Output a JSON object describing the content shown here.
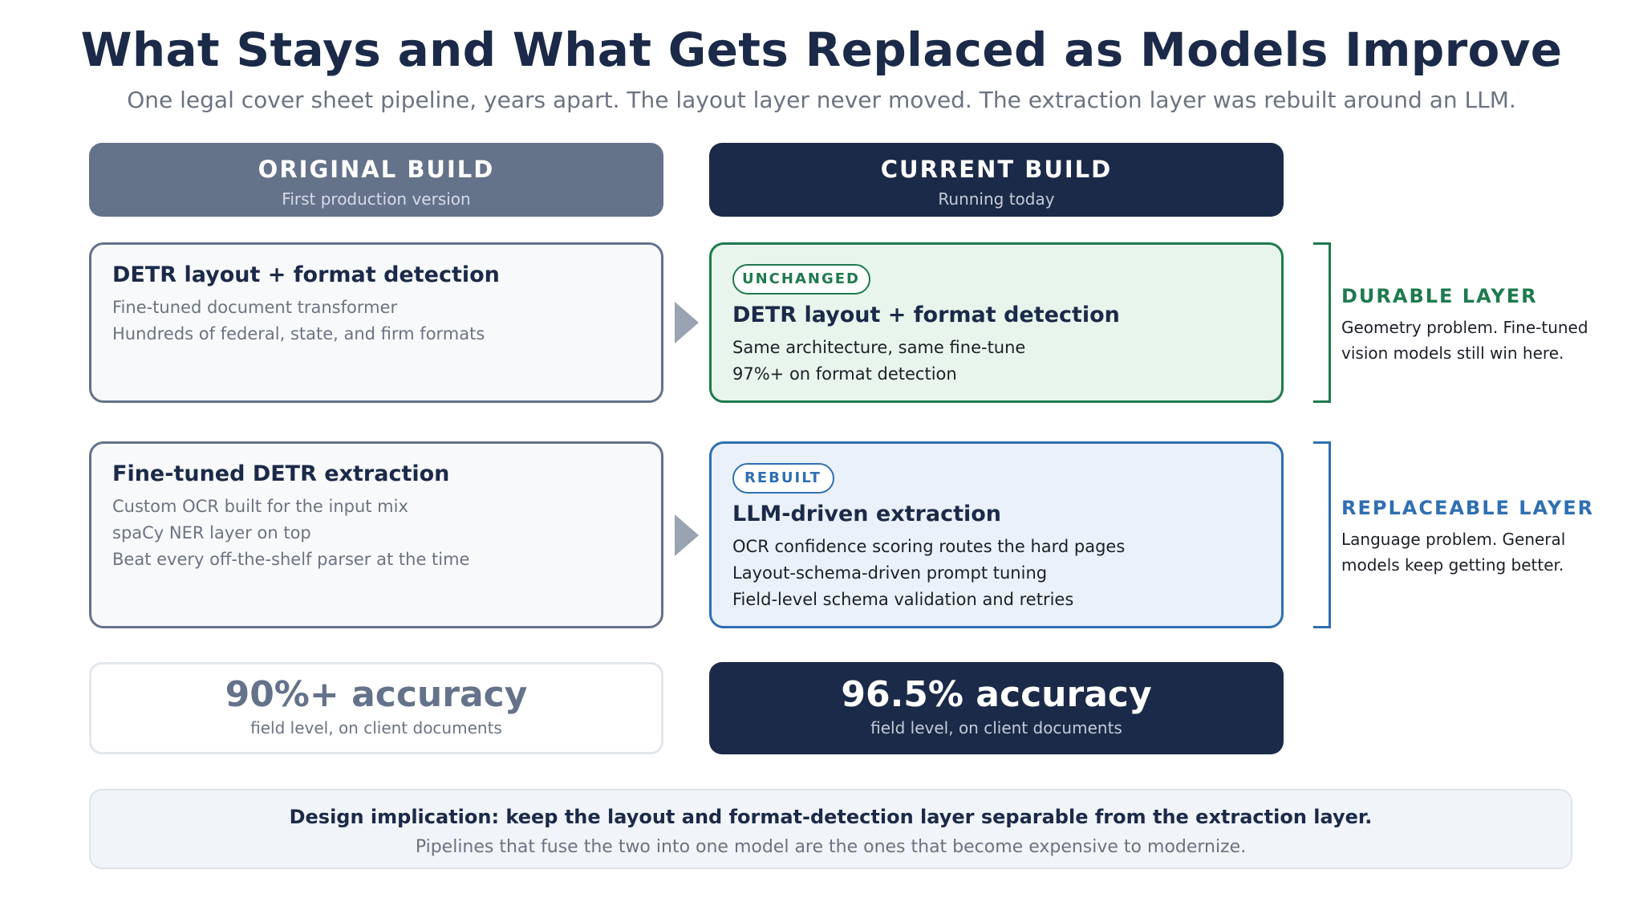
{
  "title": "What Stays and What Gets Replaced as Models Improve",
  "subtitle": "One legal cover sheet pipeline, years apart. The layout layer never moved. The extraction layer was rebuilt around an LLM.",
  "original_build": {
    "header": "ORIGINAL BUILD",
    "subheader": "First production version",
    "layout_card": {
      "title": "DETR layout + format detection",
      "lines": [
        "Fine-tuned document transformer",
        "Hundreds of federal, state, and firm formats"
      ]
    },
    "extraction_card": {
      "title": "Fine-tuned DETR extraction",
      "lines": [
        "Custom OCR built for the input mix",
        "spaCy NER layer on top",
        "Beat every off-the-shelf parser at the time"
      ]
    },
    "accuracy": {
      "value": "90%+ accuracy",
      "note": "field level, on client documents"
    }
  },
  "current_build": {
    "header": "CURRENT BUILD",
    "subheader": "Running today",
    "layout_card": {
      "badge": "UNCHANGED",
      "title": "DETR layout + format detection",
      "lines": [
        "Same architecture, same fine-tune",
        "97%+ on format detection"
      ]
    },
    "extraction_card": {
      "badge": "REBUILT",
      "title": "LLM-driven extraction",
      "lines": [
        "OCR confidence scoring routes the hard pages",
        "Layout-schema-driven prompt tuning",
        "Field-level schema validation and retries"
      ]
    },
    "accuracy": {
      "value": "96.5% accuracy",
      "note": "field level, on client documents"
    }
  },
  "layers": {
    "durable": {
      "title": "DURABLE LAYER",
      "description": "Geometry problem. Fine-tuned vision models still win here."
    },
    "replaceable": {
      "title": "REPLACEABLE LAYER",
      "description": "Language problem. General models keep getting better."
    }
  },
  "implication": {
    "title": "Design implication: keep the layout and format-detection layer separable from the extraction layer.",
    "subtitle": "Pipelines that fuse the two into one model are the ones that become expensive to modernize."
  },
  "colors": {
    "navy": "#1b2a48",
    "slate": "#64728a",
    "durable_green": "#1e7a4e",
    "replaceable_blue": "#2f6fb2"
  }
}
